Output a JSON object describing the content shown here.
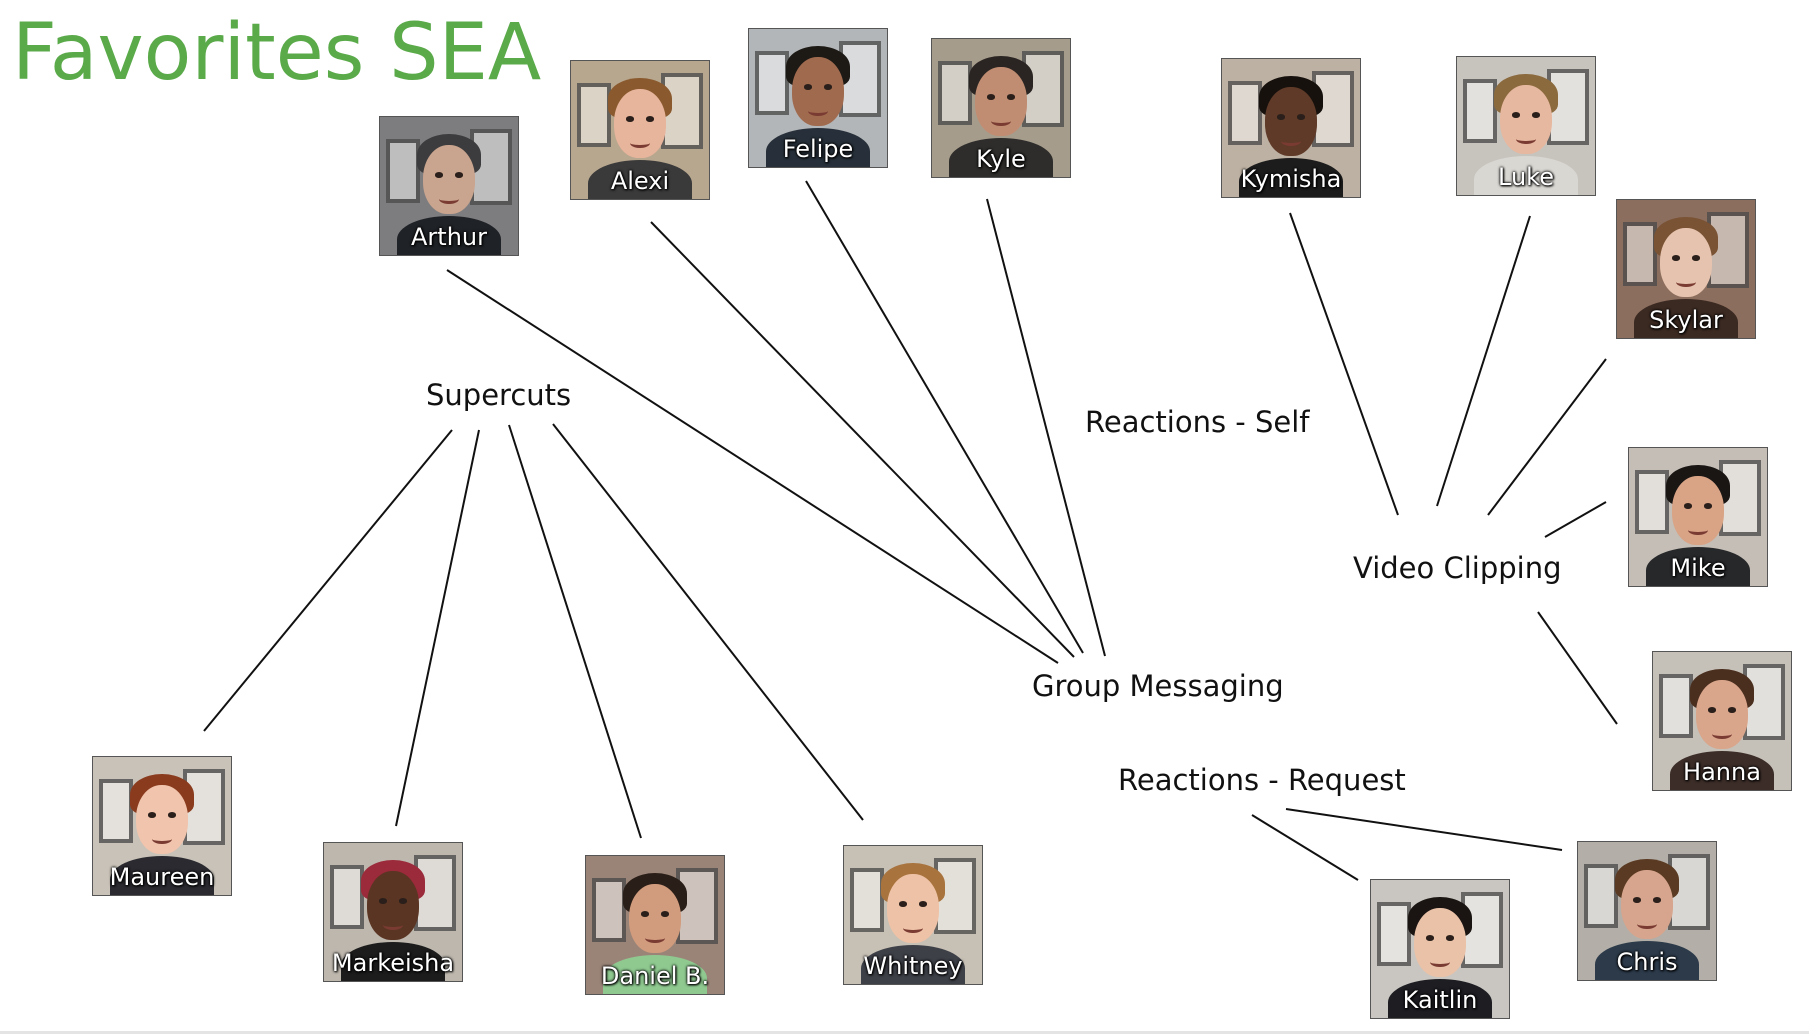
{
  "title": {
    "text": "Favorites SEA",
    "color": "#5aaa4a"
  },
  "topics": [
    {
      "id": "supercuts",
      "label": "Supercuts"
    },
    {
      "id": "reactions-self",
      "label": "Reactions - Self"
    },
    {
      "id": "group-messaging",
      "label": "Group Messaging"
    },
    {
      "id": "video-clipping",
      "label": "Video Clipping"
    },
    {
      "id": "reactions-request",
      "label": "Reactions - Request"
    }
  ],
  "people": [
    {
      "id": "arthur",
      "name": "Arthur",
      "topic": "group-messaging",
      "bg": "#7d7d7f",
      "skin": "#c9a48e",
      "hair": "#3c3c3e",
      "shirt": "#1f2226"
    },
    {
      "id": "alexi",
      "name": "Alexi",
      "topic": "group-messaging",
      "bg": "#b8a78f",
      "skin": "#e7b49c",
      "hair": "#8a5a2e",
      "shirt": "#3a3a3a"
    },
    {
      "id": "felipe",
      "name": "Felipe",
      "topic": "group-messaging",
      "bg": "#b3b6b8",
      "skin": "#a06a4f",
      "hair": "#1d1915",
      "shirt": "#27303a"
    },
    {
      "id": "kyle",
      "name": "Kyle",
      "topic": "group-messaging",
      "bg": "#a69c8c",
      "skin": "#c08d72",
      "hair": "#2a2522",
      "shirt": "#2e2d2b"
    },
    {
      "id": "kymisha",
      "name": "Kymisha",
      "topic": "video-clipping",
      "bg": "#bdb1a3",
      "skin": "#5f3a28",
      "hair": "#17110d",
      "shirt": "#1c1c1c"
    },
    {
      "id": "luke",
      "name": "Luke",
      "topic": "video-clipping",
      "bg": "#c7c3bd",
      "skin": "#e7b8a0",
      "hair": "#8b6a3e",
      "shirt": "#d9d7d2"
    },
    {
      "id": "skylar",
      "name": "Skylar",
      "topic": "video-clipping",
      "bg": "#8c6e5e",
      "skin": "#e6c3ae",
      "hair": "#7a5234",
      "shirt": "#3b2a22"
    },
    {
      "id": "mike",
      "name": "Mike",
      "topic": "video-clipping",
      "bg": "#c4beb6",
      "skin": "#d9a386",
      "hair": "#1a1614",
      "shirt": "#27282a"
    },
    {
      "id": "hanna",
      "name": "Hanna",
      "topic": "video-clipping",
      "bg": "#c5c0b8",
      "skin": "#d9a58b",
      "hair": "#4a2e1e",
      "shirt": "#3c2d28"
    },
    {
      "id": "chris",
      "name": "Chris",
      "topic": "reactions-request",
      "bg": "#b3afa8",
      "skin": "#d7a58d",
      "hair": "#5a3a22",
      "shirt": "#2c3a4a"
    },
    {
      "id": "kaitlin",
      "name": "Kaitlin",
      "topic": "reactions-request",
      "bg": "#c9c6c1",
      "skin": "#e9c2a8",
      "hair": "#1a1412",
      "shirt": "#1d1d22"
    },
    {
      "id": "maureen",
      "name": "Maureen",
      "topic": "supercuts",
      "bg": "#c8c2b8",
      "skin": "#f0c4ad",
      "hair": "#8a3b1e",
      "shirt": "#2a2a30"
    },
    {
      "id": "markeisha",
      "name": "Markeisha",
      "topic": "supercuts",
      "bg": "#bdb7ae",
      "skin": "#5b3523",
      "hair": "#9b2a3a",
      "shirt": "#1c1c1c"
    },
    {
      "id": "daniel",
      "name": "Daniel B.",
      "topic": "supercuts",
      "bg": "#9a8478",
      "skin": "#d19b7d",
      "hair": "#2a1f18",
      "shirt": "#8fc990"
    },
    {
      "id": "whitney",
      "name": "Whitney",
      "topic": "supercuts",
      "bg": "#c7c0b5",
      "skin": "#eec2a6",
      "hair": "#a8733d",
      "shirt": "#3e4048"
    }
  ]
}
